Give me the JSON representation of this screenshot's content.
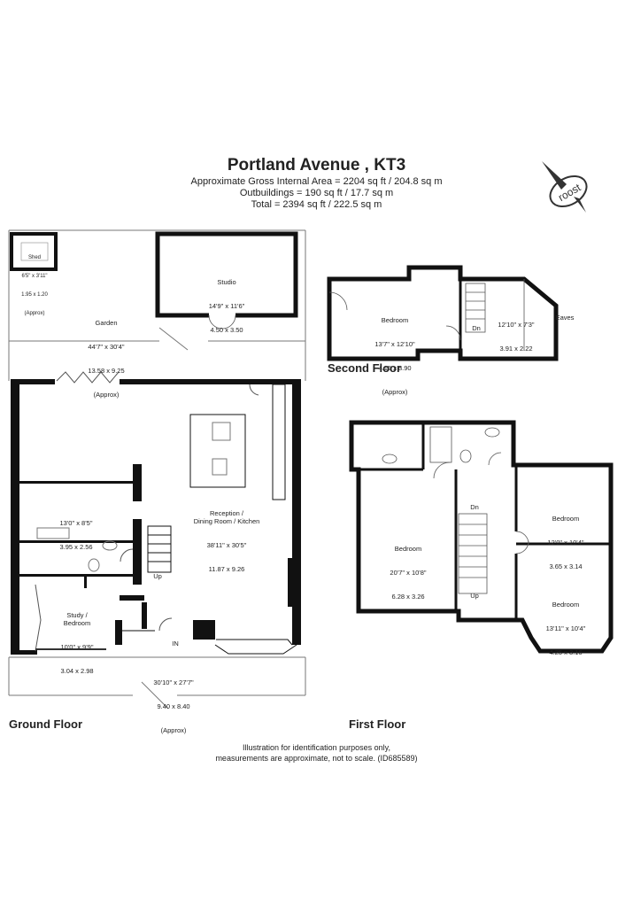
{
  "header": {
    "title": "Portland Avenue , KT3",
    "gross_area": "Approximate Gross Internal Area =  2204 sq ft / 204.8 sq m",
    "outbuildings": "Outbuildings = 190 sq ft / 17.7 sq m",
    "total": "Total = 2394 sq ft / 222.5 sq m"
  },
  "logo": {
    "text": "roost",
    "icon": "compass-icon"
  },
  "floors": {
    "ground": "Ground Floor",
    "first": "First Floor",
    "second": "Second Floor"
  },
  "rooms": {
    "shed": {
      "name": "Shed",
      "imperial": "6'5\" x 3'11\"",
      "metric": "1.95 x 1.20",
      "approx": "(Approx)"
    },
    "studio": {
      "name": "Studio",
      "imperial": "14'9\" x 11'6\"",
      "metric": "4.50 x 3.50"
    },
    "garden": {
      "name": "Garden",
      "imperial": "44'7\" x 30'4\"",
      "metric": "13.58 x 9.25",
      "approx": "(Approx)"
    },
    "reception": {
      "name": "Reception /\nDining Room / Kitchen",
      "imperial": "38'11\" x 30'5\"",
      "metric": "11.87 x 9.26"
    },
    "utility": {
      "imperial": "13'0\" x 8'5\"",
      "metric": "3.95 x 2.56"
    },
    "study": {
      "name": "Study /\nBedroom",
      "imperial": "10'0\" x 9'9\"",
      "metric": "3.04 x 2.98"
    },
    "front": {
      "imperial": "30'10\" x 27'7\"",
      "metric": "9.40 x 8.40",
      "approx": "(Approx)"
    },
    "gf_up": "Up",
    "gf_in": "IN",
    "sf_bedroom": {
      "name": "Bedroom",
      "imperial": "13'7\" x 12'10\"",
      "metric": "4.15 x 3.90",
      "approx": "(Approx)"
    },
    "sf_room": {
      "imperial": "12'10\" x 7'3\"",
      "metric": "3.91 x 2.22"
    },
    "sf_dn": "Dn",
    "sf_eaves": "Eaves",
    "ff_bed1": {
      "name": "Bedroom",
      "imperial": "20'7\" x 10'8\"",
      "metric": "6.28 x 3.26"
    },
    "ff_bed2": {
      "name": "Bedroom",
      "imperial": "12'0\" x 10'4\"",
      "metric": "3.65 x 3.14"
    },
    "ff_bed3": {
      "name": "Bedroom",
      "imperial": "13'11\" x 10'4\"",
      "metric": "4.25 x 3.16"
    },
    "ff_dn": "Dn",
    "ff_up": "Up"
  },
  "footer": {
    "line1": "Illustration for identification purposes only,",
    "line2": "measurements are approximate, not to scale. (ID685589)"
  }
}
